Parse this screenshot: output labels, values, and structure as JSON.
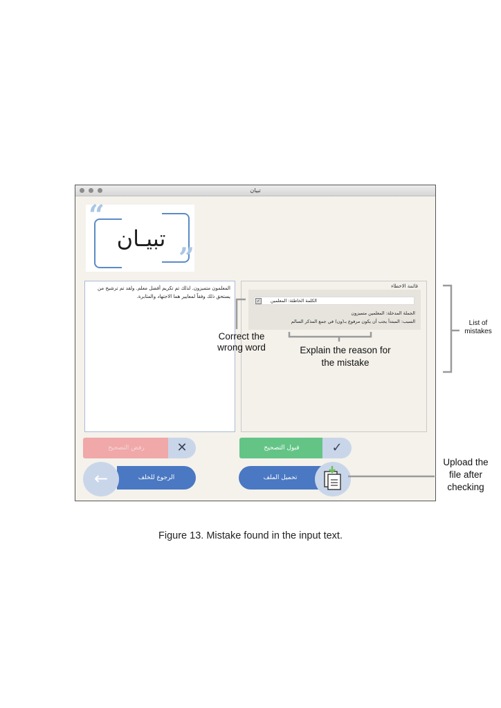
{
  "window": {
    "title": "تبيان",
    "logo_text": "تبيـان"
  },
  "editor": {
    "input_text": "المعلمون متميزون. لذلك تم تكريم أفضل معلم. ولقد تم ترشيح من يستحق ذلك وفقاً لمعايير هما الاجتهاد والمثابرة."
  },
  "mistakes": {
    "title": "قائمة الاخطاء",
    "wrong_word": "الكلمة الخاطئة: المعلمين",
    "input_sentence": "الجملة المدخلة: المعلمين متميزون",
    "reason": "السبب: المبتدأ يجب أن يكون مرفوع بـ(ون) في جمع المذكر السالم"
  },
  "buttons": {
    "reject": "رفض التصحيح",
    "reject_icon": "✕",
    "accept": "قبول التصحيح",
    "accept_icon": "✓",
    "back": "الرجوع للخلف",
    "back_icon": "←",
    "upload": "تحميل الملف"
  },
  "annotations": {
    "correct": "Correct the wrong word",
    "explain": "Explain the reason for the mistake",
    "list": "List of mistakes",
    "upload": "Upload the file after checking"
  },
  "caption": "Figure 13. Mistake found in the input text.",
  "colors": {
    "reject": "#f0a8a8",
    "accept": "#63c486",
    "primary": "#4a78c2",
    "icon_bg": "#c9d6ea",
    "window_bg": "#f4f2eb"
  }
}
